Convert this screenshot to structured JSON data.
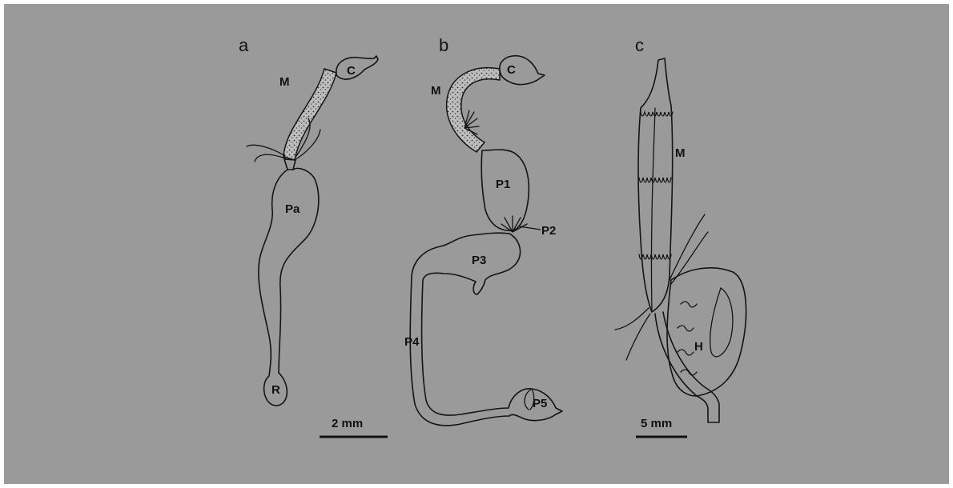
{
  "panels": {
    "a": {
      "label": "a",
      "parts": {
        "M": "M",
        "C": "C",
        "Pa": "Pa",
        "R": "R"
      },
      "scale_bar": "2 mm"
    },
    "b": {
      "label": "b",
      "parts": {
        "M": "M",
        "C": "C",
        "P1": "P1",
        "P2": "P2",
        "P3": "P3",
        "P4": "P4",
        "P5": "P5"
      }
    },
    "c": {
      "label": "c",
      "parts": {
        "M": "M",
        "H": "H"
      },
      "scale_bar": "5 mm"
    }
  },
  "colors": {
    "frame_background": "#9a9a9a",
    "outer_background": "#ffffff",
    "line": "#141414",
    "stipple_fill": "#c8c8c8"
  }
}
